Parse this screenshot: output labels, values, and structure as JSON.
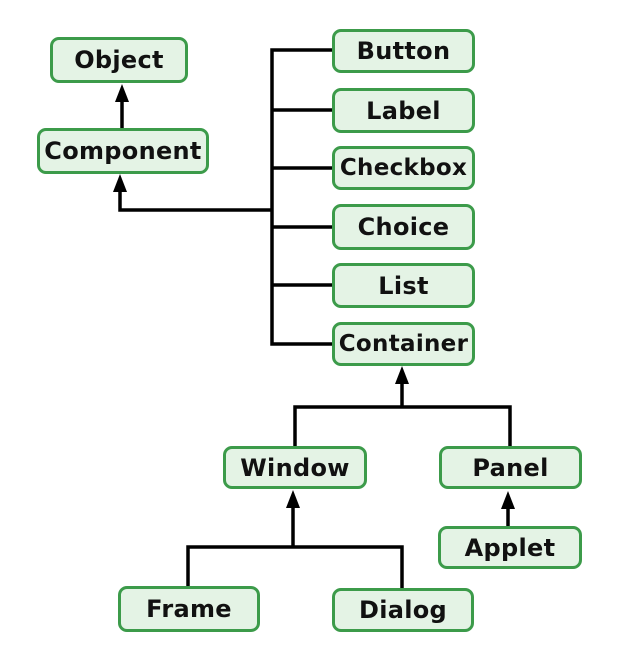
{
  "diagram": {
    "type": "class-hierarchy",
    "nodes": [
      {
        "id": "object",
        "label": "Object"
      },
      {
        "id": "component",
        "label": "Component"
      },
      {
        "id": "button",
        "label": "Button"
      },
      {
        "id": "label",
        "label": "Label"
      },
      {
        "id": "checkbox",
        "label": "Checkbox"
      },
      {
        "id": "choice",
        "label": "Choice"
      },
      {
        "id": "list",
        "label": "List"
      },
      {
        "id": "container",
        "label": "Container"
      },
      {
        "id": "window",
        "label": "Window"
      },
      {
        "id": "panel",
        "label": "Panel"
      },
      {
        "id": "applet",
        "label": "Applet"
      },
      {
        "id": "frame",
        "label": "Frame"
      },
      {
        "id": "dialog",
        "label": "Dialog"
      }
    ],
    "edges": [
      {
        "child": "Component",
        "parent": "Object"
      },
      {
        "child": "Button",
        "parent": "Component"
      },
      {
        "child": "Label",
        "parent": "Component"
      },
      {
        "child": "Checkbox",
        "parent": "Component"
      },
      {
        "child": "Choice",
        "parent": "Component"
      },
      {
        "child": "List",
        "parent": "Component"
      },
      {
        "child": "Container",
        "parent": "Component"
      },
      {
        "child": "Window",
        "parent": "Container"
      },
      {
        "child": "Panel",
        "parent": "Container"
      },
      {
        "child": "Frame",
        "parent": "Window"
      },
      {
        "child": "Dialog",
        "parent": "Window"
      },
      {
        "child": "Applet",
        "parent": "Panel"
      }
    ],
    "colors": {
      "node_fill": "#e4f3e5",
      "node_border": "#3c9b4a",
      "node_text": "#111111",
      "line": "#000000",
      "background": "#ffffff"
    }
  }
}
